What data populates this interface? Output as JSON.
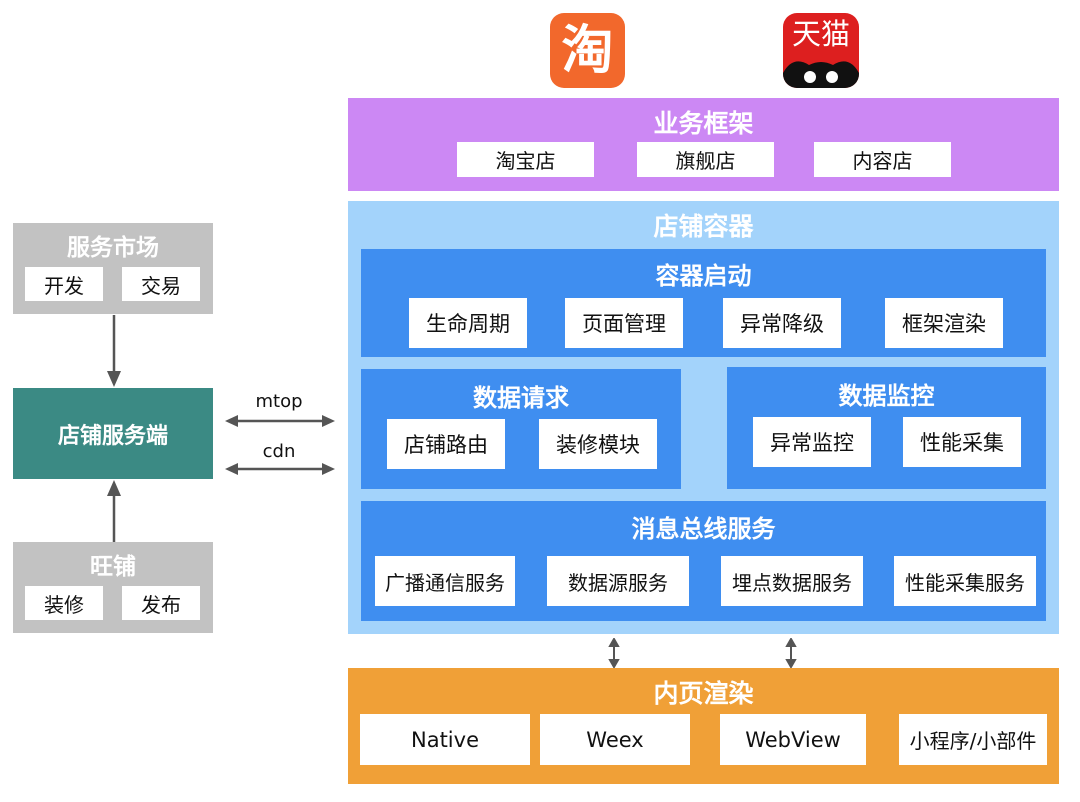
{
  "logos": {
    "taobao": "淘",
    "tmall": "天猫"
  },
  "business_framework": {
    "title": "业务框架",
    "items": [
      "淘宝店",
      "旗舰店",
      "内容店"
    ]
  },
  "store_container": {
    "title": "店铺容器",
    "startup": {
      "title": "容器启动",
      "items": [
        "生命周期",
        "页面管理",
        "异常降级",
        "框架渲染"
      ]
    },
    "data_request": {
      "title": "数据请求",
      "items": [
        "店铺路由",
        "装修模块"
      ]
    },
    "data_monitor": {
      "title": "数据监控",
      "items": [
        "异常监控",
        "性能采集"
      ]
    },
    "message_bus": {
      "title": "消息总线服务",
      "items": [
        "广播通信服务",
        "数据源服务",
        "埋点数据服务",
        "性能采集服务"
      ]
    }
  },
  "inner_render": {
    "title": "内页渲染",
    "items": [
      "Native",
      "Weex",
      "WebView",
      "小程序/小部件"
    ]
  },
  "service_market": {
    "title": "服务市场",
    "items": [
      "开发",
      "交易"
    ]
  },
  "store_server": {
    "title": "店铺服务端"
  },
  "wangpu": {
    "title": "旺铺",
    "items": [
      "装修",
      "发布"
    ]
  },
  "connectors": {
    "mtop": "mtop",
    "cdn": "cdn"
  },
  "colors": {
    "business": "#cc88f4",
    "container": "#a3d3fb",
    "module": "#3f8ef0",
    "render": "#f0a037",
    "gray": "#c2c2c2",
    "server": "#3b8a84",
    "taobao": "#f2682c",
    "tmall": "#dd1f1f"
  }
}
